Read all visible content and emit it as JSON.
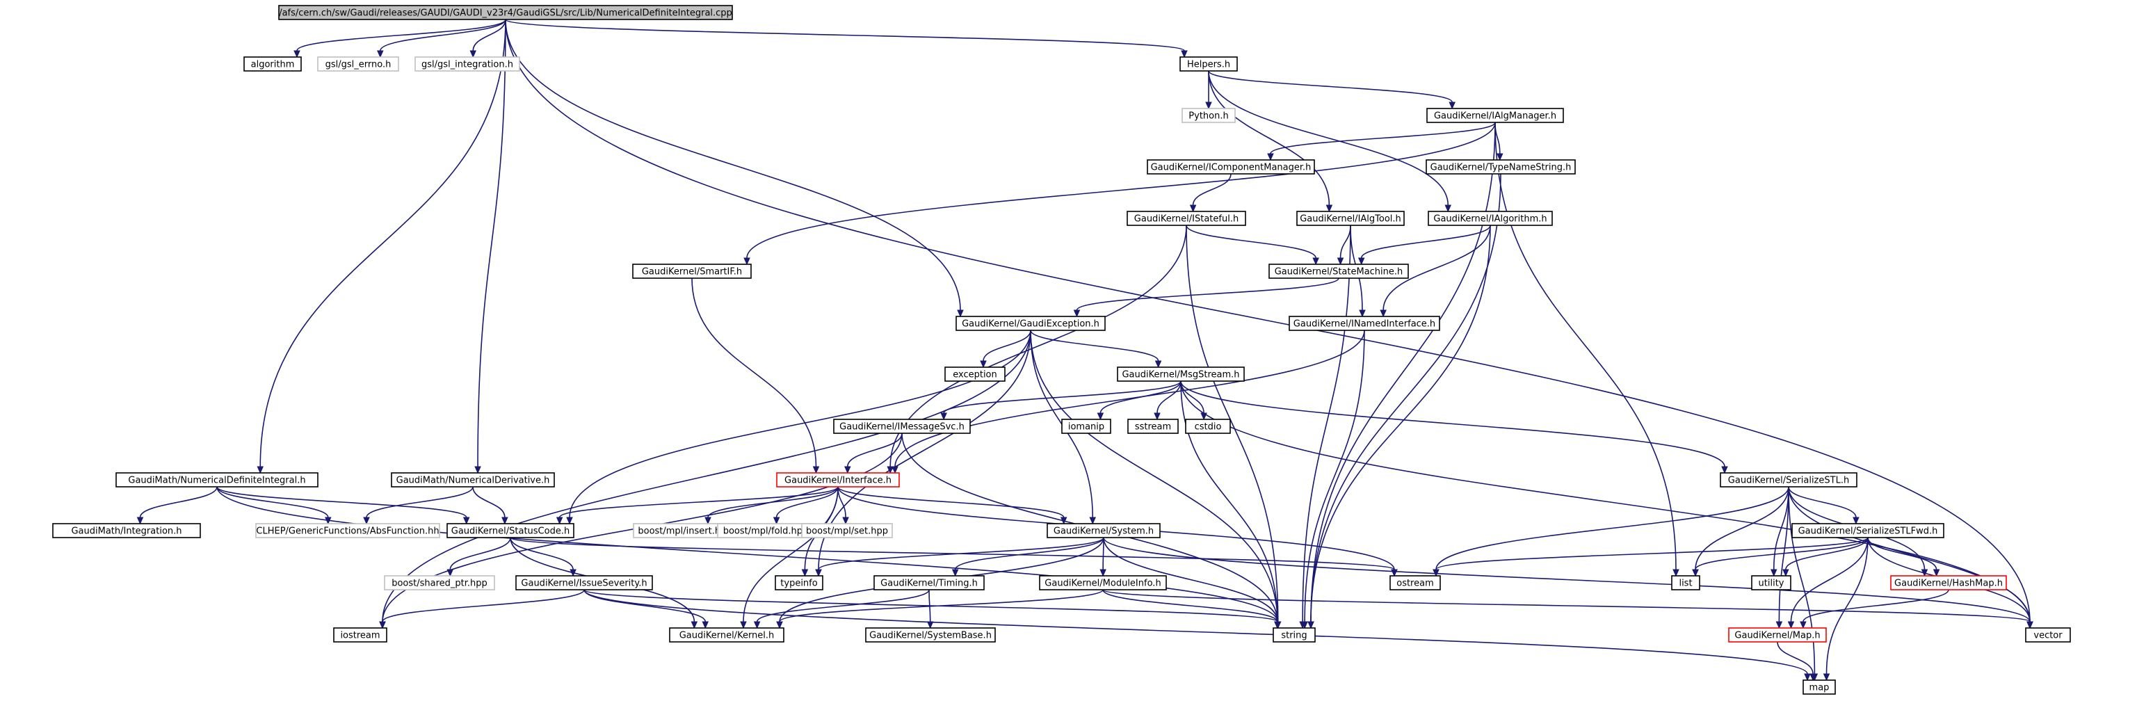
{
  "colors": {
    "edge": "#191970",
    "root_fill": "#bfbfbf",
    "node_border": "#000000",
    "external_border": "#bfbfbf",
    "incomplete_border": "#ff0000",
    "background": "#ffffff"
  },
  "nodes": [
    {
      "id": "root",
      "label": "/afs/cern.ch/sw/Gaudi/releases/GAUDI/GAUDI_v23r4/GaudiGSL/src/Lib/NumericalDefiniteIntegral.cpp",
      "style": "root"
    },
    {
      "id": "algorithm",
      "label": "algorithm",
      "style": "normal"
    },
    {
      "id": "gsl_errno",
      "label": "gsl/gsl_errno.h",
      "style": "external"
    },
    {
      "id": "gsl_integration",
      "label": "gsl/gsl_integration.h",
      "style": "external"
    },
    {
      "id": "helpers",
      "label": "Helpers.h",
      "style": "normal"
    },
    {
      "id": "python",
      "label": "Python.h",
      "style": "external"
    },
    {
      "id": "ialgmanager",
      "label": "GaudiKernel/IAlgManager.h",
      "style": "normal"
    },
    {
      "id": "icomponentmanager",
      "label": "GaudiKernel/IComponentManager.h",
      "style": "normal"
    },
    {
      "id": "typenamestring",
      "label": "GaudiKernel/TypeNameString.h",
      "style": "normal"
    },
    {
      "id": "istateful",
      "label": "GaudiKernel/IStateful.h",
      "style": "normal"
    },
    {
      "id": "ialgtool",
      "label": "GaudiKernel/IAlgTool.h",
      "style": "normal"
    },
    {
      "id": "ialgorithm",
      "label": "GaudiKernel/IAlgorithm.h",
      "style": "normal"
    },
    {
      "id": "smartif",
      "label": "GaudiKernel/SmartIF.h",
      "style": "normal"
    },
    {
      "id": "statemachine",
      "label": "GaudiKernel/StateMachine.h",
      "style": "normal"
    },
    {
      "id": "gaudiexception",
      "label": "GaudiKernel/GaudiException.h",
      "style": "normal"
    },
    {
      "id": "inamedinterface",
      "label": "GaudiKernel/INamedInterface.h",
      "style": "normal"
    },
    {
      "id": "exception",
      "label": "exception",
      "style": "normal"
    },
    {
      "id": "msgstream",
      "label": "GaudiKernel/MsgStream.h",
      "style": "normal"
    },
    {
      "id": "imessagesvc",
      "label": "GaudiKernel/IMessageSvc.h",
      "style": "normal"
    },
    {
      "id": "iomanip",
      "label": "iomanip",
      "style": "normal"
    },
    {
      "id": "sstream",
      "label": "sstream",
      "style": "normal"
    },
    {
      "id": "cstdio",
      "label": "cstdio",
      "style": "normal"
    },
    {
      "id": "interface",
      "label": "GaudiKernel/Interface.h",
      "style": "incomplete"
    },
    {
      "id": "numdefint",
      "label": "GaudiMath/NumericalDefiniteIntegral.h",
      "style": "normal"
    },
    {
      "id": "numderiv",
      "label": "GaudiMath/NumericalDerivative.h",
      "style": "normal"
    },
    {
      "id": "serializestl",
      "label": "GaudiKernel/SerializeSTL.h",
      "style": "normal"
    },
    {
      "id": "integration",
      "label": "GaudiMath/Integration.h",
      "style": "normal"
    },
    {
      "id": "absfunction",
      "label": "CLHEP/GenericFunctions/AbsFunction.hh",
      "style": "external"
    },
    {
      "id": "statuscode",
      "label": "GaudiKernel/StatusCode.h",
      "style": "normal"
    },
    {
      "id": "mpl_insert",
      "label": "boost/mpl/insert.hpp",
      "style": "external"
    },
    {
      "id": "mpl_fold",
      "label": "boost/mpl/fold.hpp",
      "style": "external"
    },
    {
      "id": "mpl_set",
      "label": "boost/mpl/set.hpp",
      "style": "external"
    },
    {
      "id": "system",
      "label": "GaudiKernel/System.h",
      "style": "normal"
    },
    {
      "id": "serializestlfwd",
      "label": "GaudiKernel/SerializeSTLFwd.h",
      "style": "normal"
    },
    {
      "id": "shared_ptr",
      "label": "boost/shared_ptr.hpp",
      "style": "external"
    },
    {
      "id": "issueseverity",
      "label": "GaudiKernel/IssueSeverity.h",
      "style": "normal"
    },
    {
      "id": "typeinfo",
      "label": "typeinfo",
      "style": "normal"
    },
    {
      "id": "timing",
      "label": "GaudiKernel/Timing.h",
      "style": "normal"
    },
    {
      "id": "moduleinfo",
      "label": "GaudiKernel/ModuleInfo.h",
      "style": "normal"
    },
    {
      "id": "ostream",
      "label": "ostream",
      "style": "normal"
    },
    {
      "id": "list",
      "label": "list",
      "style": "normal"
    },
    {
      "id": "utility",
      "label": "utility",
      "style": "normal"
    },
    {
      "id": "hashmap",
      "label": "GaudiKernel/HashMap.h",
      "style": "incomplete"
    },
    {
      "id": "iostream",
      "label": "iostream",
      "style": "normal"
    },
    {
      "id": "kernel",
      "label": "GaudiKernel/Kernel.h",
      "style": "normal"
    },
    {
      "id": "systembase",
      "label": "GaudiKernel/SystemBase.h",
      "style": "normal"
    },
    {
      "id": "string",
      "label": "string",
      "style": "normal"
    },
    {
      "id": "gkmap",
      "label": "GaudiKernel/Map.h",
      "style": "incomplete"
    },
    {
      "id": "vector",
      "label": "vector",
      "style": "normal"
    },
    {
      "id": "map",
      "label": "map",
      "style": "normal"
    }
  ],
  "edges": [
    [
      "root",
      "algorithm"
    ],
    [
      "root",
      "gsl_errno"
    ],
    [
      "root",
      "gsl_integration"
    ],
    [
      "root",
      "helpers"
    ],
    [
      "root",
      "gaudiexception"
    ],
    [
      "root",
      "numdefint"
    ],
    [
      "root",
      "numderiv"
    ],
    [
      "root",
      "vector"
    ],
    [
      "helpers",
      "python"
    ],
    [
      "helpers",
      "ialgmanager"
    ],
    [
      "helpers",
      "ialgtool"
    ],
    [
      "helpers",
      "ialgorithm"
    ],
    [
      "ialgmanager",
      "icomponentmanager"
    ],
    [
      "ialgmanager",
      "typenamestring"
    ],
    [
      "ialgmanager",
      "smartif"
    ],
    [
      "ialgmanager",
      "string"
    ],
    [
      "ialgmanager",
      "list"
    ],
    [
      "icomponentmanager",
      "istateful"
    ],
    [
      "typenamestring",
      "string"
    ],
    [
      "istateful",
      "statemachine"
    ],
    [
      "istateful",
      "interface"
    ],
    [
      "istateful",
      "string"
    ],
    [
      "ialgtool",
      "statemachine"
    ],
    [
      "ialgtool",
      "inamedinterface"
    ],
    [
      "ialgtool",
      "string"
    ],
    [
      "ialgorithm",
      "statemachine"
    ],
    [
      "ialgorithm",
      "inamedinterface"
    ],
    [
      "ialgorithm",
      "string"
    ],
    [
      "statemachine",
      "gaudiexception"
    ],
    [
      "smartif",
      "interface"
    ],
    [
      "gaudiexception",
      "exception"
    ],
    [
      "gaudiexception",
      "msgstream"
    ],
    [
      "gaudiexception",
      "iostream"
    ],
    [
      "gaudiexception",
      "statuscode"
    ],
    [
      "gaudiexception",
      "system"
    ],
    [
      "gaudiexception",
      "string"
    ],
    [
      "gaudiexception",
      "typeinfo"
    ],
    [
      "inamedinterface",
      "interface"
    ],
    [
      "inamedinterface",
      "string"
    ],
    [
      "msgstream",
      "imessagesvc"
    ],
    [
      "msgstream",
      "iomanip"
    ],
    [
      "msgstream",
      "sstream"
    ],
    [
      "msgstream",
      "cstdio"
    ],
    [
      "msgstream",
      "string"
    ],
    [
      "msgstream",
      "serializestl"
    ],
    [
      "msgstream",
      "vector"
    ],
    [
      "imessagesvc",
      "interface"
    ],
    [
      "imessagesvc",
      "string"
    ],
    [
      "imessagesvc",
      "iostream"
    ],
    [
      "interface",
      "statuscode"
    ],
    [
      "interface",
      "mpl_insert"
    ],
    [
      "interface",
      "mpl_fold"
    ],
    [
      "interface",
      "mpl_set"
    ],
    [
      "interface",
      "system"
    ],
    [
      "interface",
      "typeinfo"
    ],
    [
      "interface",
      "ostream"
    ],
    [
      "interface",
      "kernel"
    ],
    [
      "numdefint",
      "integration"
    ],
    [
      "numdefint",
      "absfunction"
    ],
    [
      "numdefint",
      "statuscode"
    ],
    [
      "numdefint",
      "string"
    ],
    [
      "numderiv",
      "absfunction"
    ],
    [
      "numderiv",
      "statuscode"
    ],
    [
      "serializestl",
      "ostream"
    ],
    [
      "serializestl",
      "list"
    ],
    [
      "serializestl",
      "utility"
    ],
    [
      "serializestl",
      "serializestlfwd"
    ],
    [
      "serializestl",
      "hashmap"
    ],
    [
      "serializestl",
      "gkmap"
    ],
    [
      "serializestl",
      "vector"
    ],
    [
      "serializestl",
      "map"
    ],
    [
      "statuscode",
      "shared_ptr"
    ],
    [
      "statuscode",
      "issueseverity"
    ],
    [
      "statuscode",
      "kernel"
    ],
    [
      "statuscode",
      "ostream"
    ],
    [
      "system",
      "typeinfo"
    ],
    [
      "system",
      "timing"
    ],
    [
      "system",
      "moduleinfo"
    ],
    [
      "system",
      "kernel"
    ],
    [
      "system",
      "string"
    ],
    [
      "system",
      "vector"
    ],
    [
      "serializestlfwd",
      "ostream"
    ],
    [
      "serializestlfwd",
      "list"
    ],
    [
      "serializestlfwd",
      "utility"
    ],
    [
      "serializestlfwd",
      "hashmap"
    ],
    [
      "serializestlfwd",
      "gkmap"
    ],
    [
      "serializestlfwd",
      "vector"
    ],
    [
      "serializestlfwd",
      "map"
    ],
    [
      "issueseverity",
      "iostream"
    ],
    [
      "issueseverity",
      "kernel"
    ],
    [
      "issueseverity",
      "string"
    ],
    [
      "issueseverity",
      "map"
    ],
    [
      "timing",
      "kernel"
    ],
    [
      "timing",
      "systembase"
    ],
    [
      "moduleinfo",
      "kernel"
    ],
    [
      "moduleinfo",
      "string"
    ],
    [
      "moduleinfo",
      "vector"
    ],
    [
      "hashmap",
      "gkmap"
    ],
    [
      "gkmap",
      "map"
    ]
  ]
}
